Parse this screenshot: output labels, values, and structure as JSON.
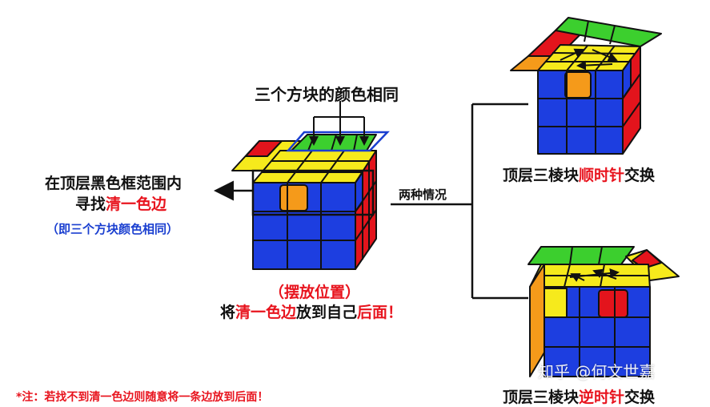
{
  "labels": {
    "same_colors": "三个方块的颜色相同",
    "left_line1": "在顶层黑色框范围内",
    "left_line2_a": "寻找",
    "left_line2_b": "清一色边",
    "left_note": "（即三个方块颜色相同）",
    "place_title": "（摆放位置）",
    "place_a": "将",
    "place_b": "清一色边",
    "place_c": "放到自己",
    "place_d": "后面！",
    "two_cases": "两种情况",
    "cw_a": "顶层三棱块",
    "cw_b": "顺时针",
    "cw_c": "交换",
    "ccw_a": "顶层三棱块",
    "ccw_b": "逆时针",
    "ccw_c": "交换",
    "footnote": "*注：若找不到清一色边则随意将一条边放到后面！",
    "watermark": "知乎 @何文世嘉"
  },
  "colors": {
    "yellow": "#f6ea1c",
    "blue": "#1d3ee0",
    "red": "#e3141c",
    "green": "#3ccf2e",
    "orange": "#f59a1a",
    "accent_red": "#e8141e",
    "accent_blue": "#1a3fd0"
  }
}
